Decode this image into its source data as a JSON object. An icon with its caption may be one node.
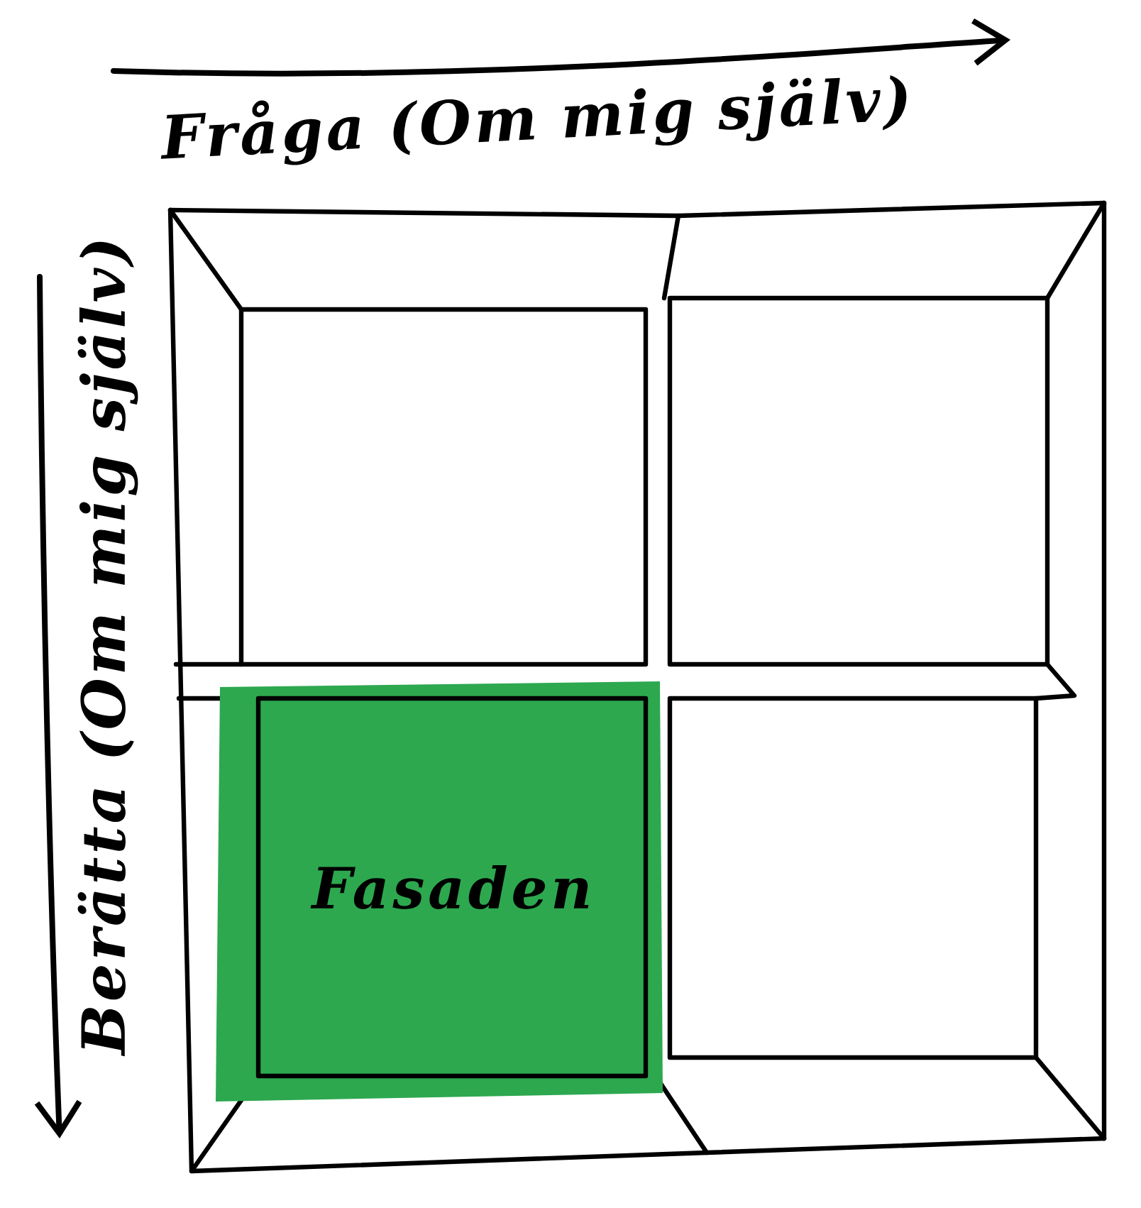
{
  "diagram": {
    "nodes": [
      {
        "text": [],
        "shape": "box"
      },
      {
        "text": [],
        "shape": "box"
      },
      {
        "text": [
          "Fasaden"
        ]
      },
      {
        "text": [],
        "shape": "box"
      }
    ],
    "labels": [
      "Fråga (Om mig själv)",
      "Berätta (Om mig själv)"
    ]
  }
}
